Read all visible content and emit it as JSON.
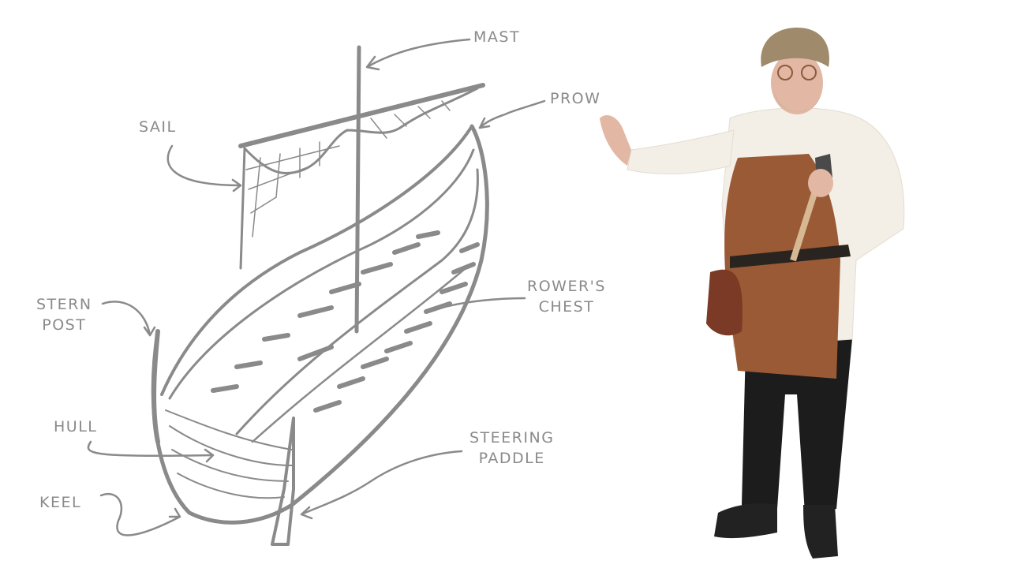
{
  "diagram": {
    "subject": "Viking longship",
    "stroke_color": "#8a8a8a",
    "labels": [
      {
        "id": "mast",
        "lines": [
          "MAST"
        ]
      },
      {
        "id": "prow",
        "lines": [
          "PROW"
        ]
      },
      {
        "id": "sail",
        "lines": [
          "SAIL"
        ]
      },
      {
        "id": "stern_post",
        "lines": [
          "STERN",
          "POST"
        ]
      },
      {
        "id": "rowers_chest",
        "lines": [
          "ROWER'S",
          "CHEST"
        ]
      },
      {
        "id": "hull",
        "lines": [
          "HULL"
        ]
      },
      {
        "id": "keel",
        "lines": [
          "KEEL"
        ]
      },
      {
        "id": "steering_paddle",
        "lines": [
          "STEERING",
          "PADDLE"
        ]
      }
    ]
  },
  "presenter": {
    "description": "Presenter in Viking costume with fur hat, white tunic, leather apron, holding an axe",
    "colors": {
      "hat": "#a08a6c",
      "shirt": "#f3efe6",
      "apron": "#9a5a35",
      "trousers": "#1c1c1c",
      "skin": "#e2b7a4"
    }
  }
}
